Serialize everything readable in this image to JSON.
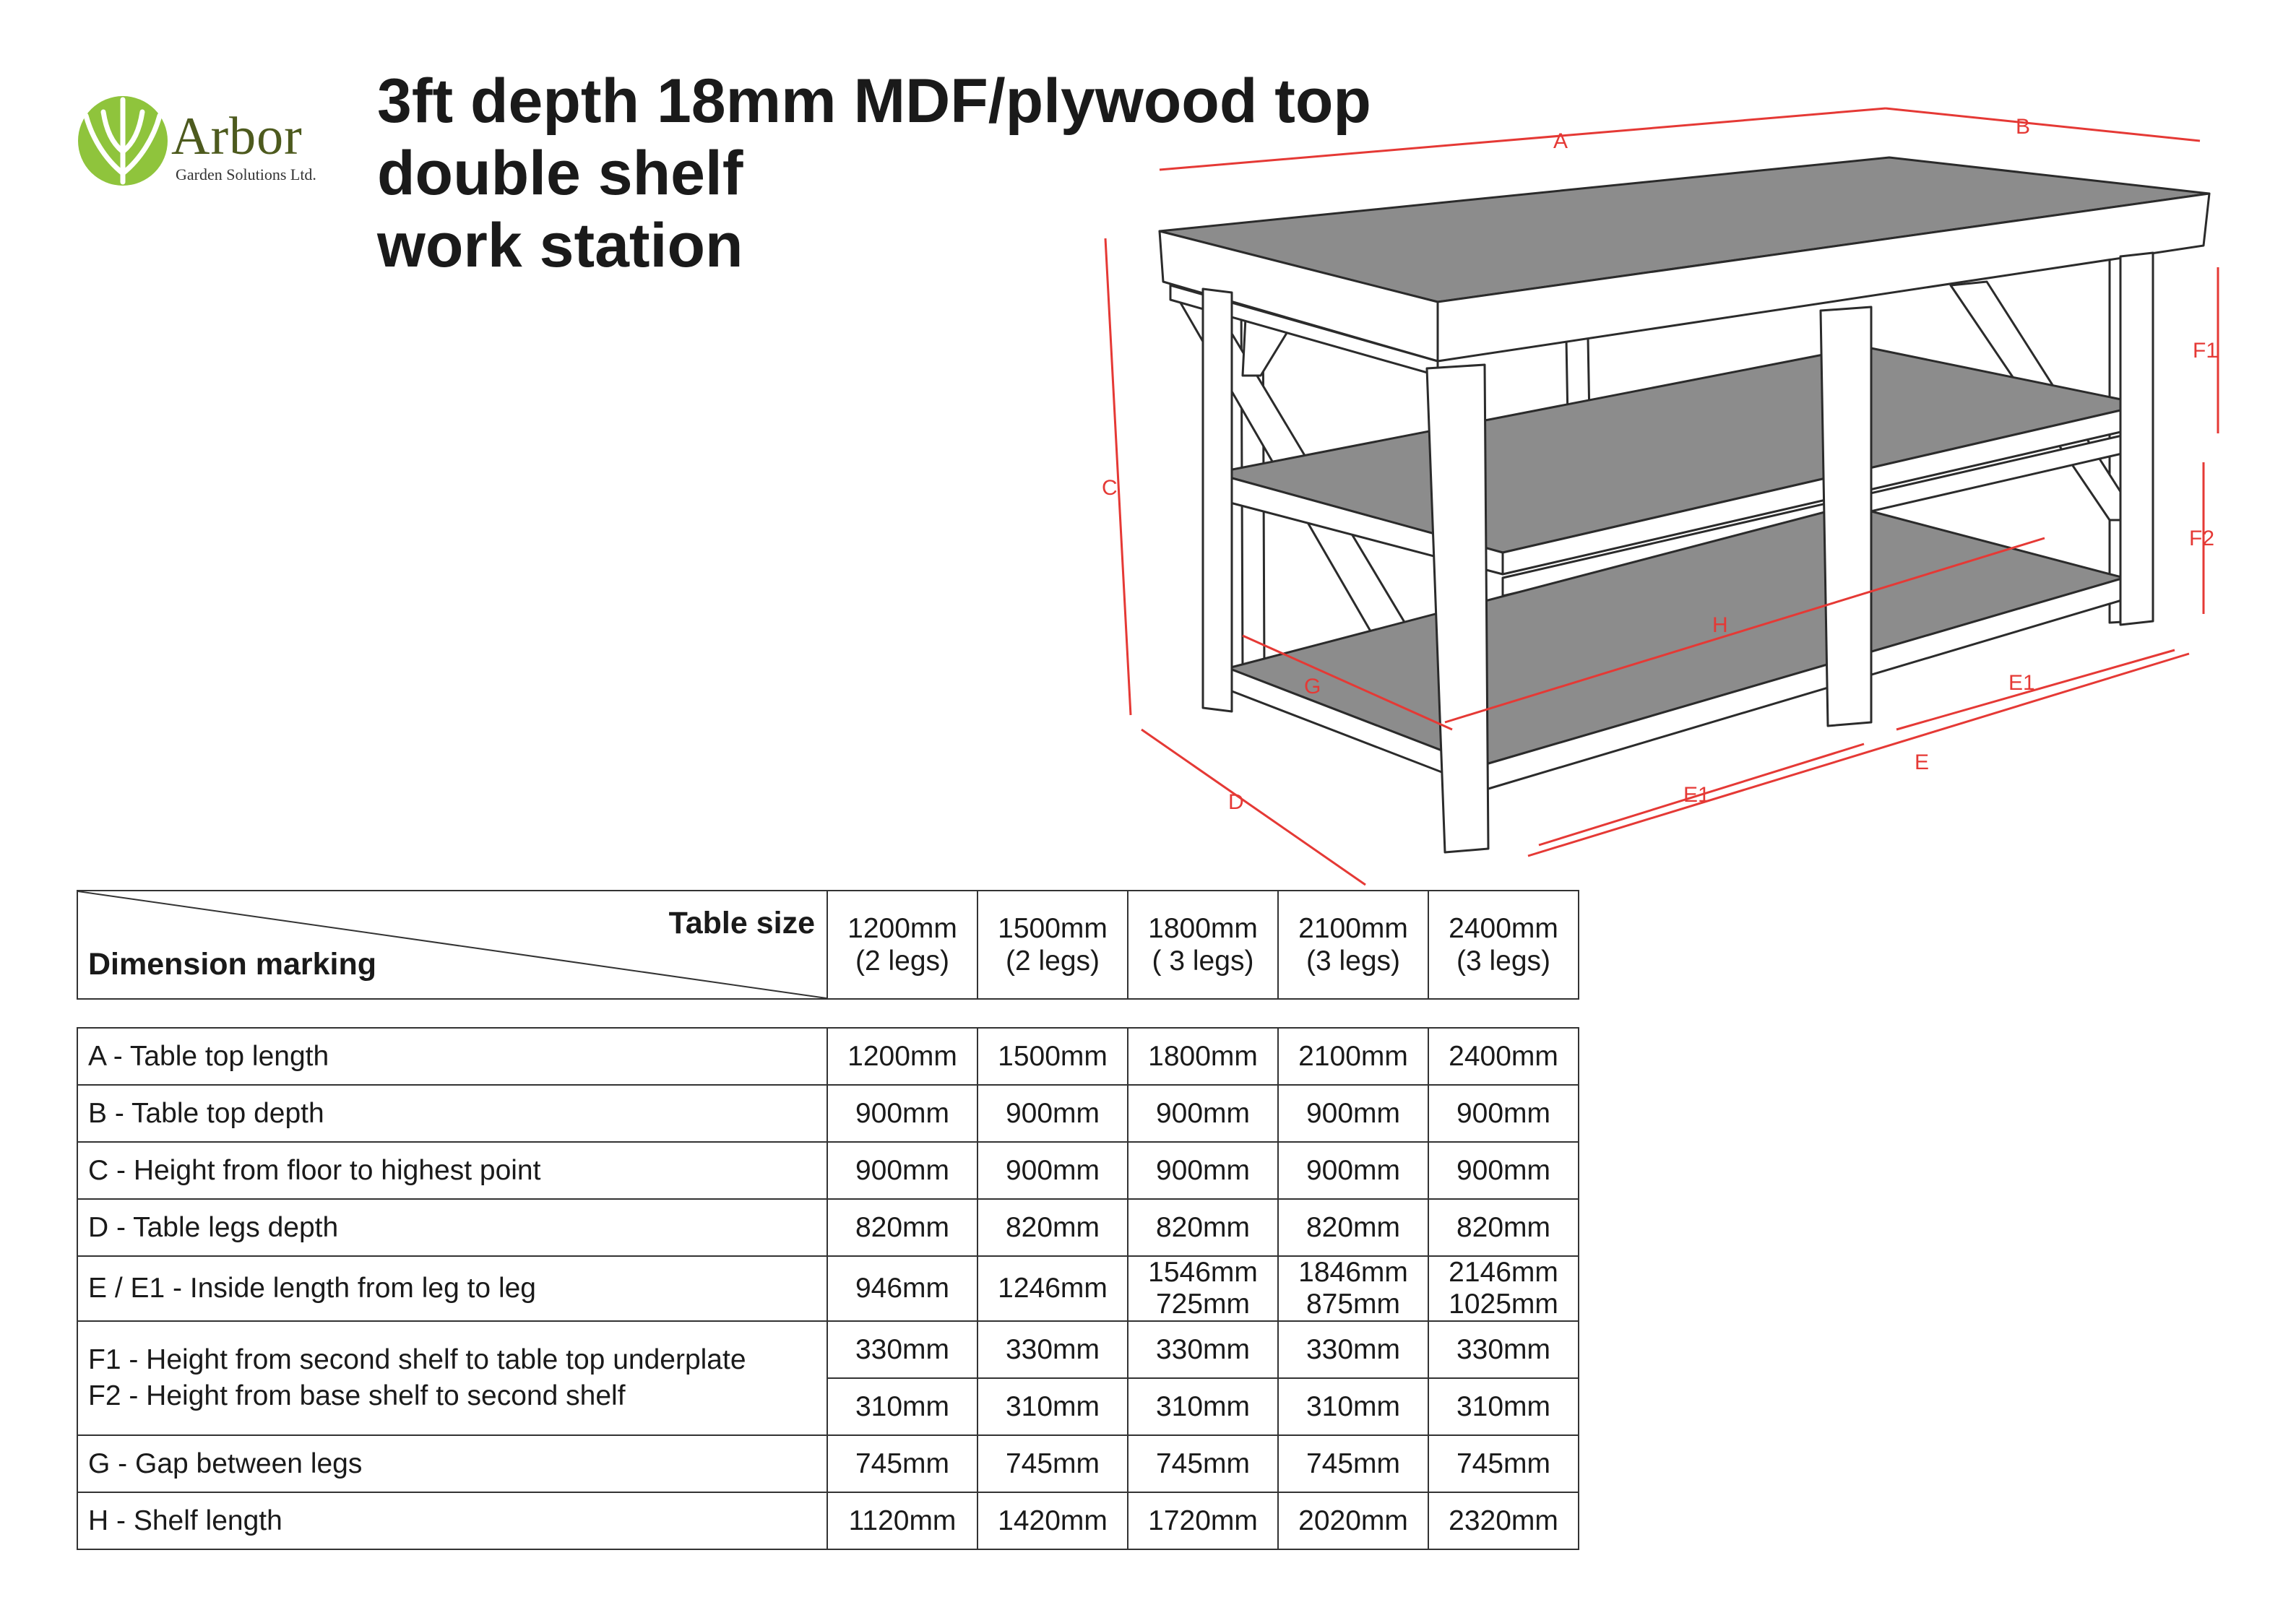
{
  "logo": {
    "brand": "Arbor",
    "tagline": "Garden Solutions Ltd.",
    "icon": "leaf-icon",
    "color": "#8fc43c"
  },
  "title": {
    "line1": "3ft depth 18mm MDF/plywood top",
    "line2": "double shelf",
    "line3": "work station"
  },
  "diagram": {
    "labels": {
      "A": "A",
      "B": "B",
      "C": "C",
      "D": "D",
      "E": "E",
      "E1a": "E1",
      "E1b": "E1",
      "F1": "F1",
      "F2": "F2",
      "G": "G",
      "H": "H"
    },
    "dimension_color": "#e53935",
    "shelf_color": "#8c8c8c"
  },
  "table": {
    "corner": {
      "top": "Table size",
      "bottom": "Dimension marking"
    },
    "columns": [
      {
        "size": "1200mm",
        "legs": "(2 legs)"
      },
      {
        "size": "1500mm",
        "legs": "(2 legs)"
      },
      {
        "size": "1800mm",
        "legs": "( 3 legs)"
      },
      {
        "size": "2100mm",
        "legs": "(3 legs)"
      },
      {
        "size": "2400mm",
        "legs": "(3 legs)"
      }
    ],
    "rows": {
      "A": {
        "label": "A - Table top length",
        "values": [
          "1200mm",
          "1500mm",
          "1800mm",
          "2100mm",
          "2400mm"
        ]
      },
      "B": {
        "label": "B - Table top depth",
        "values": [
          "900mm",
          "900mm",
          "900mm",
          "900mm",
          "900mm"
        ]
      },
      "C": {
        "label": "C - Height from floor to highest point",
        "values": [
          "900mm",
          "900mm",
          "900mm",
          "900mm",
          "900mm"
        ]
      },
      "D": {
        "label": "D - Table legs depth",
        "values": [
          "820mm",
          "820mm",
          "820mm",
          "820mm",
          "820mm"
        ]
      },
      "E": {
        "label": "E / E1 - Inside length from leg to leg",
        "values": [
          "946mm",
          "1246mm",
          "1546mm",
          "1846mm",
          "2146mm"
        ],
        "values_e1": [
          "",
          "",
          "725mm",
          "875mm",
          "1025mm"
        ]
      },
      "F": {
        "label_f1": "F1 - Height from second shelf to table top underplate",
        "label_f2": "F2 - Height from base shelf to second shelf",
        "values_f1": [
          "330mm",
          "330mm",
          "330mm",
          "330mm",
          "330mm"
        ],
        "values_f2": [
          "310mm",
          "310mm",
          "310mm",
          "310mm",
          "310mm"
        ]
      },
      "G": {
        "label": "G - Gap between legs",
        "values": [
          "745mm",
          "745mm",
          "745mm",
          "745mm",
          "745mm"
        ]
      },
      "H": {
        "label": "H - Shelf length",
        "values": [
          "1120mm",
          "1420mm",
          "1720mm",
          "2020mm",
          "2320mm"
        ]
      }
    }
  }
}
